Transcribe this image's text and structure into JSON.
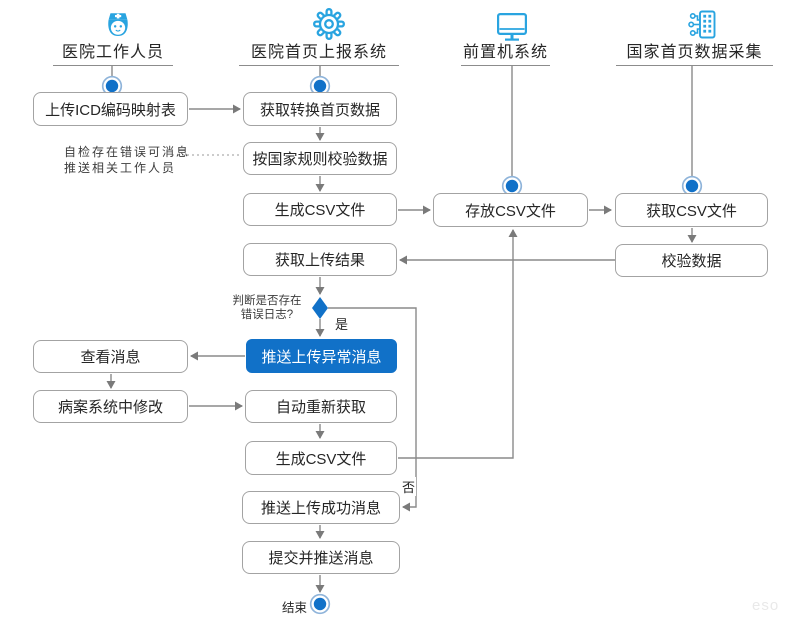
{
  "lanes": [
    {
      "label": "医院工作人员",
      "icon": "nurse-icon"
    },
    {
      "label": "医院首页上报系统",
      "icon": "gear-icon"
    },
    {
      "label": "前置机系统",
      "icon": "monitor-icon"
    },
    {
      "label": "国家首页数据采集",
      "icon": "data-collection-icon"
    }
  ],
  "nodes": {
    "upload_icd": {
      "label": "上传ICD编码映射表",
      "type": "process"
    },
    "get_convert": {
      "label": "获取转换首页数据",
      "type": "process"
    },
    "validate_rules": {
      "label": "按国家规则校验数据",
      "type": "process"
    },
    "gen_csv_1": {
      "label": "生成CSV文件",
      "type": "process"
    },
    "store_csv": {
      "label": "存放CSV文件",
      "type": "process"
    },
    "fetch_csv": {
      "label": "获取CSV文件",
      "type": "process"
    },
    "validate_data": {
      "label": "校验数据",
      "type": "process"
    },
    "get_result": {
      "label": "获取上传结果",
      "type": "process"
    },
    "push_error": {
      "label": "推送上传异常消息",
      "type": "process-highlight"
    },
    "view_msg": {
      "label": "查看消息",
      "type": "process"
    },
    "modify_record": {
      "label": "病案系统中修改",
      "type": "process"
    },
    "auto_refetch": {
      "label": "自动重新获取",
      "type": "process"
    },
    "gen_csv_2": {
      "label": "生成CSV文件",
      "type": "process"
    },
    "push_success": {
      "label": "推送上传成功消息",
      "type": "process"
    },
    "submit_push": {
      "label": "提交并推送消息",
      "type": "process"
    }
  },
  "annotations": {
    "self_check_note_line1": "自检存在错误可消息",
    "self_check_note_line2": "推送相关工作人员",
    "decision_question_line1": "判断是否存在",
    "decision_question_line2": "错误日志?",
    "branch_yes": "是",
    "branch_no": "否",
    "end_label": "结束",
    "watermark": "eso"
  },
  "colors": {
    "accent_blue": "#1171c8",
    "ring_blue": "#8fb4da",
    "icon_blue": "#29a4e0",
    "connector_gray": "#8a8a8a",
    "node_border_gray": "#a3a3a3"
  }
}
